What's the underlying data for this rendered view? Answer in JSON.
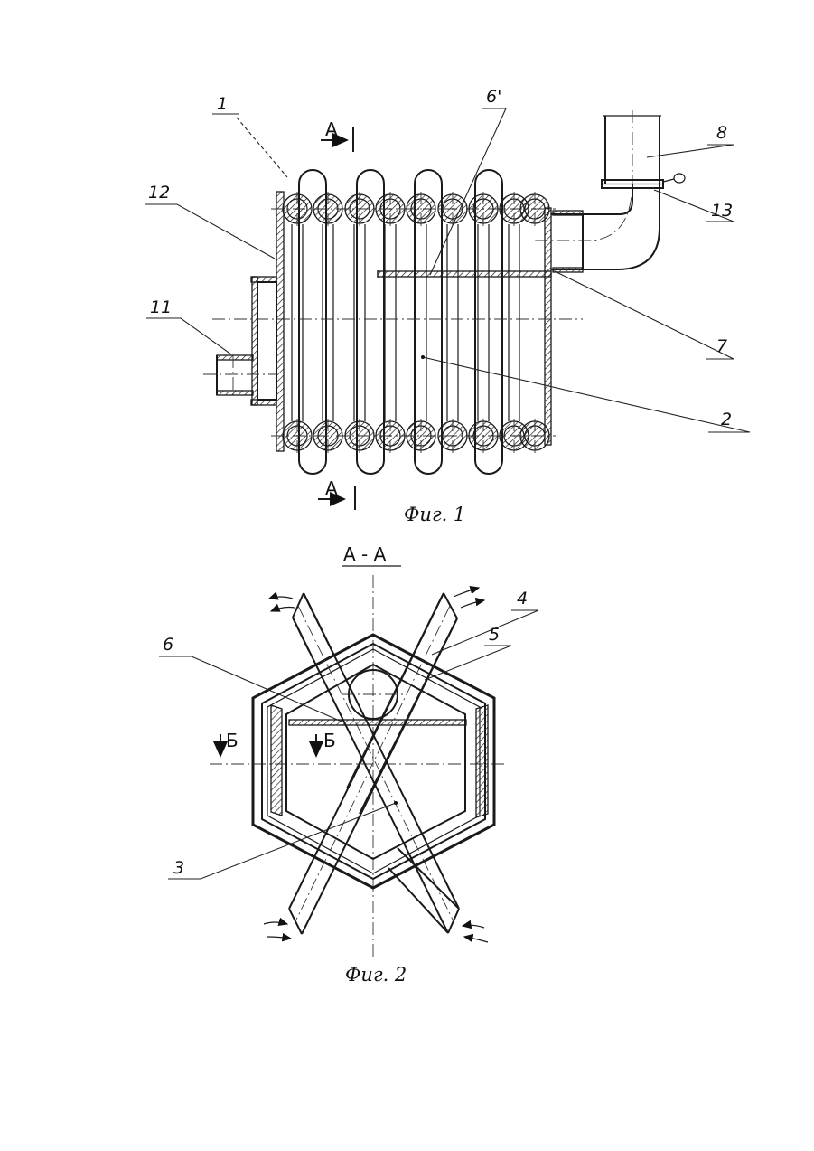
{
  "figure1": {
    "caption": "Фиг. 1",
    "section_mark": "А",
    "labels": {
      "l1": "1",
      "l6p": "6'",
      "l8": "8",
      "l12": "12",
      "l13": "13",
      "l11": "11",
      "l7": "7",
      "l2": "2"
    }
  },
  "figure2": {
    "caption": "Фиг. 2",
    "section_title": "А - А",
    "cut_mark": "Б",
    "labels": {
      "l4": "4",
      "l5": "5",
      "l6": "6",
      "l3": "3"
    }
  }
}
